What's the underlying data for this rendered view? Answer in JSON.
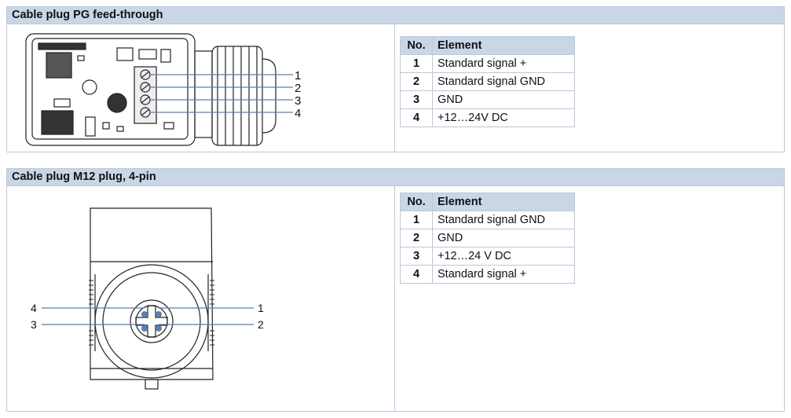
{
  "section1": {
    "title": "Cable plug PG feed-through",
    "figure_labels": [
      "1",
      "2",
      "3",
      "4"
    ],
    "table": {
      "headers": [
        "No.",
        "Element"
      ],
      "rows": [
        {
          "no": "1",
          "element": "Standard signal +"
        },
        {
          "no": "2",
          "element": "Standard signal GND"
        },
        {
          "no": "3",
          "element": "GND"
        },
        {
          "no": "4",
          "element": "+12…24V DC"
        }
      ]
    }
  },
  "section2": {
    "title": "Cable plug M12 plug, 4-pin",
    "figure_labels": {
      "left_top": "4",
      "left_bottom": "3",
      "right_top": "1",
      "right_bottom": "2"
    },
    "table": {
      "headers": [
        "No.",
        "Element"
      ],
      "rows": [
        {
          "no": "1",
          "element": "Standard signal GND"
        },
        {
          "no": "2",
          "element": "GND"
        },
        {
          "no": "3",
          "element": "+12…24 V DC"
        },
        {
          "no": "4",
          "element": "Standard signal +"
        }
      ]
    }
  }
}
